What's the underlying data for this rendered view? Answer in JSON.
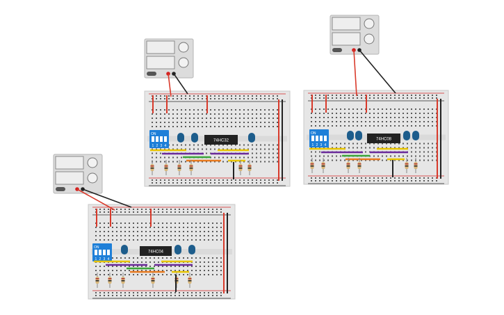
{
  "colors": {
    "board": "#e6e6e6",
    "board_edge": "#c8c8c8",
    "hole": "#5a5a5a",
    "rail_red": "#d32020",
    "rail_black": "#2a2a2a",
    "wire_red": "#d93a2b",
    "wire_black": "#222222",
    "dip_blue": "#1e7fd8",
    "led": "#1d5d8c",
    "chip": "#222222",
    "wire_yellow": "#e8c400",
    "wire_green": "#3aa53a",
    "wire_purple": "#6a2a9a",
    "wire_orange": "#e87a1e",
    "supply_body": "#dcdcdc"
  },
  "circuits": [
    {
      "id": "left",
      "chip_label": "74HC04",
      "dip_label": "ON",
      "dip_numbers": [
        "1",
        "2",
        "3",
        "4"
      ]
    },
    {
      "id": "middle",
      "chip_label": "74HC32",
      "dip_label": "ON",
      "dip_numbers": [
        "1",
        "2",
        "3",
        "4"
      ]
    },
    {
      "id": "right",
      "chip_label": "74HC08",
      "dip_label": "ON",
      "dip_numbers": [
        "1",
        "2",
        "3",
        "4"
      ]
    }
  ],
  "icons": {
    "supply_knob": "knob-icon",
    "dip_switch": "dip-switch-icon",
    "led": "led-icon",
    "resistor": "resistor-icon"
  }
}
